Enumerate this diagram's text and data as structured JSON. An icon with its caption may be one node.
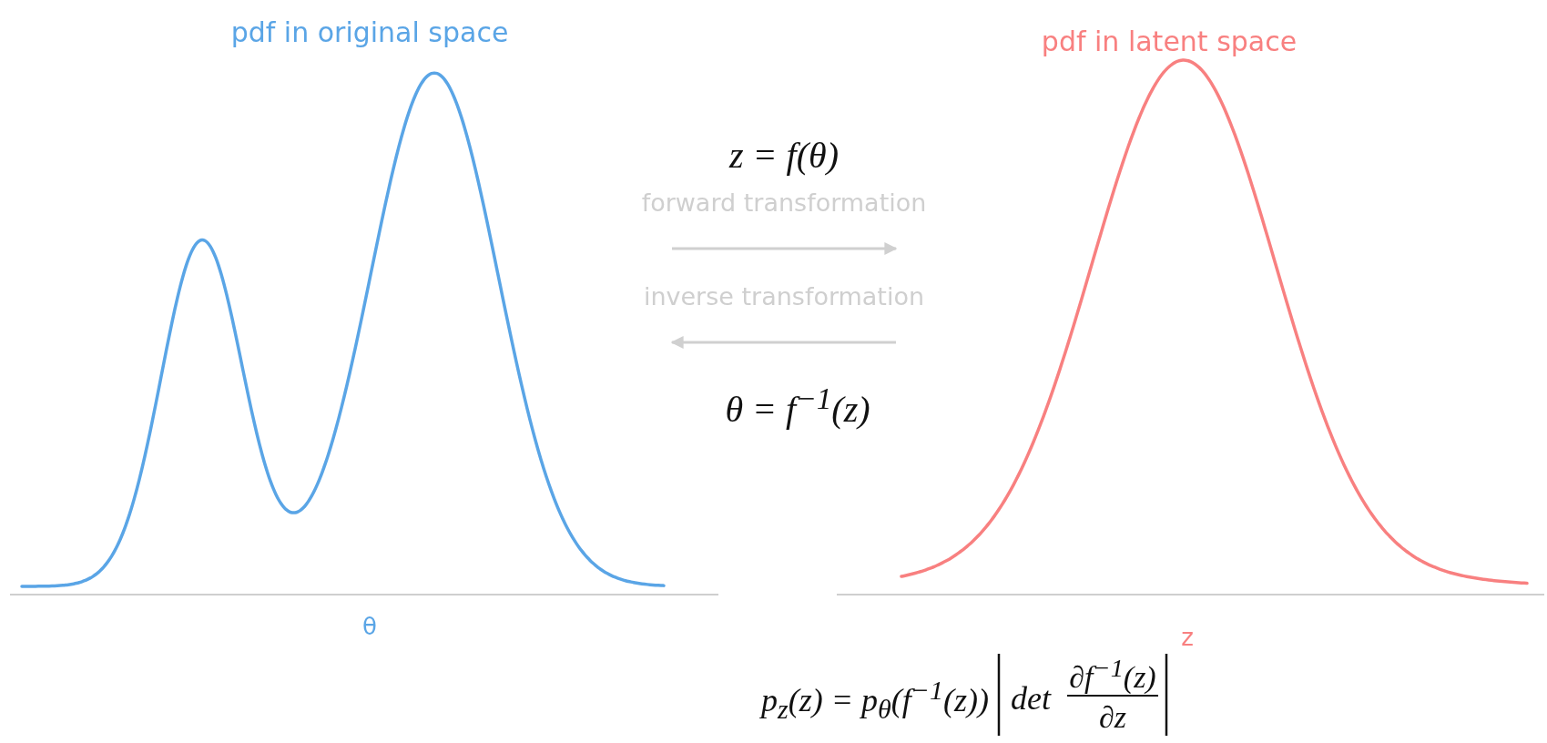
{
  "diagram": {
    "nodes": [
      {
        "text": [
          "pdf in original space",
          "θ"
        ]
      },
      {
        "text": [
          "pdf in latent space",
          "z"
        ]
      }
    ],
    "edges": [
      {
        "from": 0,
        "to": 1,
        "arrow": "to",
        "label": "forward transformation"
      },
      {
        "from": 1,
        "to": 0,
        "arrow": "to",
        "label": "inverse transformation"
      }
    ],
    "labels": [
      "z = f(θ)",
      "θ = f$^{−1}$(z)",
      "p$_{z}$(z) = p$_{θ}$(f$^{−1}$(z))",
      "det",
      "∂f$^{−1}$(z)",
      "∂z"
    ]
  }
}
